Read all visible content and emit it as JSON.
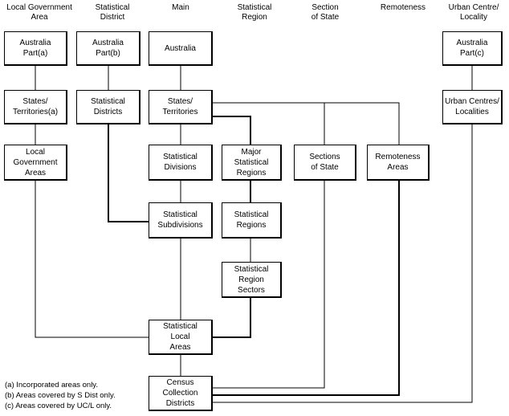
{
  "headers": {
    "lga": "Local Government\nArea",
    "sd": "Statistical\nDistrict",
    "main": "Main",
    "sr": "Statistical\nRegion",
    "sos": "Section\nof State",
    "remote": "Remoteness",
    "ucl": "Urban Centre/\nLocality"
  },
  "boxes": {
    "aus_lga": "Australia\nPart(a)",
    "aus_sd": "Australia\nPart(b)",
    "aus_main": "Australia",
    "aus_ucl": "Australia\nPart(c)",
    "states_lga": "States/\nTerritories(a)",
    "sd": "Statistical\nDistricts",
    "states_main": "States/\nTerritories",
    "ucl": "Urban Centres/\nLocalities",
    "lga": "Local\nGovernment\nAreas",
    "sdiv": "Statistical\nDivisions",
    "msr": "Major\nStatistical\nRegions",
    "sos": "Sections\nof State",
    "ra": "Remoteness\nAreas",
    "ssd": "Statistical\nSubdivisions",
    "sr": "Statistical\nRegions",
    "srs": "Statistical\nRegion\nSectors",
    "sla": "Statistical\nLocal\nAreas",
    "cd": "Census\nCollection\nDistricts"
  },
  "notes": [
    "(a) Incorporated areas only.",
    "(b) Areas covered by S Dist only.",
    "(c) Areas covered by UC/L only."
  ]
}
